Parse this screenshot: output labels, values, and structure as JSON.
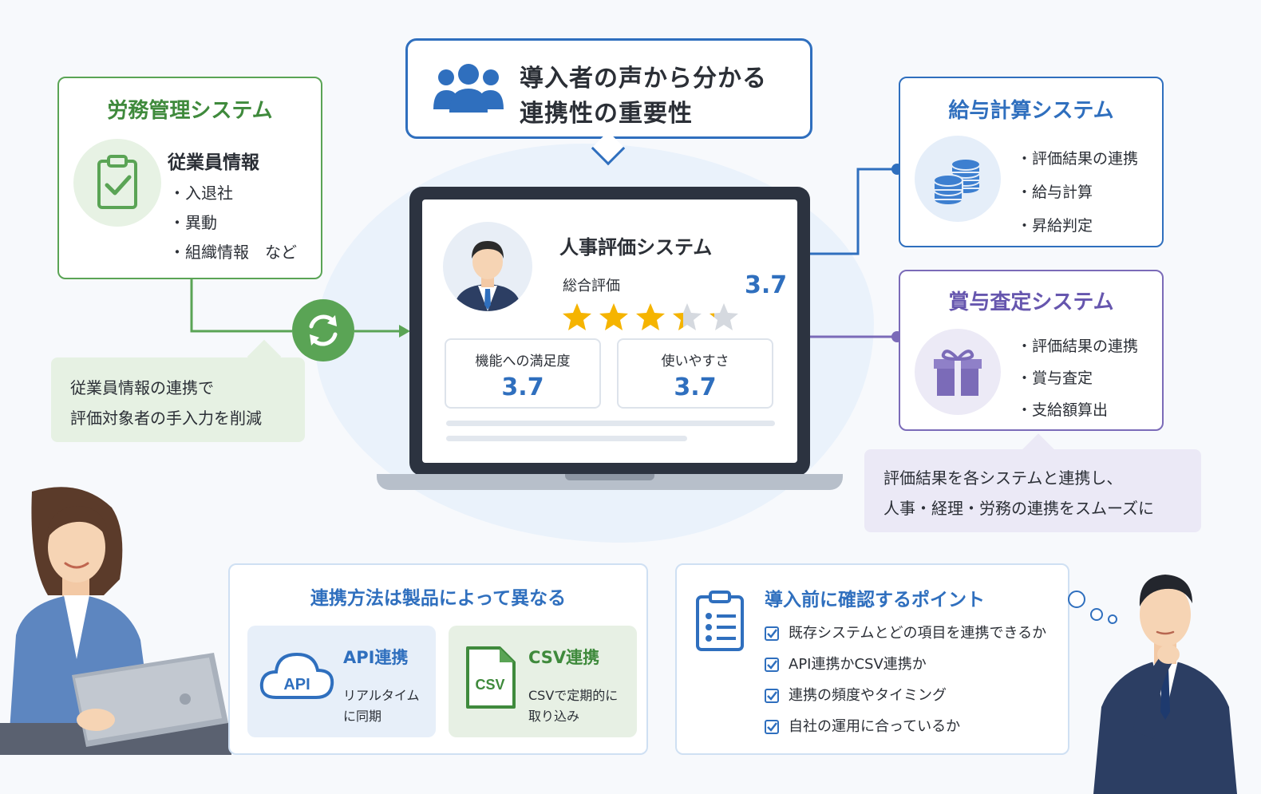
{
  "header": {
    "line1": "導入者の声から分かる",
    "line2": "連携性の重要性"
  },
  "labor_system": {
    "title": "労務管理システム",
    "subtitle": "従業員情報",
    "items": [
      "・入退社",
      "・異動",
      "・組織情報　など"
    ],
    "note_line1": "従業員情報の連携で",
    "note_line2": "評価対象者の手入力を削減"
  },
  "hr_evaluation": {
    "title": "人事評価システム",
    "overall_label": "総合評価",
    "overall_value": "3.7",
    "rating": 3.7,
    "metrics": [
      {
        "label": "機能への満足度",
        "value": "3.7"
      },
      {
        "label": "使いやすさ",
        "value": "3.7"
      }
    ]
  },
  "payroll_system": {
    "title": "給与計算システム",
    "items": [
      "・評価結果の連携",
      "・給与計算",
      "・昇給判定"
    ]
  },
  "bonus_system": {
    "title": "賞与査定システム",
    "items": [
      "・評価結果の連携",
      "・賞与査定",
      "・支給額算出"
    ],
    "note_line1": "評価結果を各システムと連携し、",
    "note_line2": "人事・経理・労務の連携をスムーズに"
  },
  "methods": {
    "title": "連携方法は製品によって異なる",
    "api": {
      "icon_text": "API",
      "title": "API連携",
      "desc_line1": "リアルタイム",
      "desc_line2": "に同期"
    },
    "csv": {
      "icon_text": "CSV",
      "title": "CSV連携",
      "desc_line1": "CSVで定期的に",
      "desc_line2": "取り込み"
    }
  },
  "checkpoints": {
    "title": "導入前に確認するポイント",
    "items": [
      "既存システムとどの項目を連携できるか",
      "API連携かCSV連携か",
      "連携の頻度やタイミング",
      "自社の運用に合っているか"
    ]
  },
  "colors": {
    "blue": "#2f6fbe",
    "green": "#5aa455",
    "purple": "#7b6bb8",
    "star": "#f5b400"
  }
}
